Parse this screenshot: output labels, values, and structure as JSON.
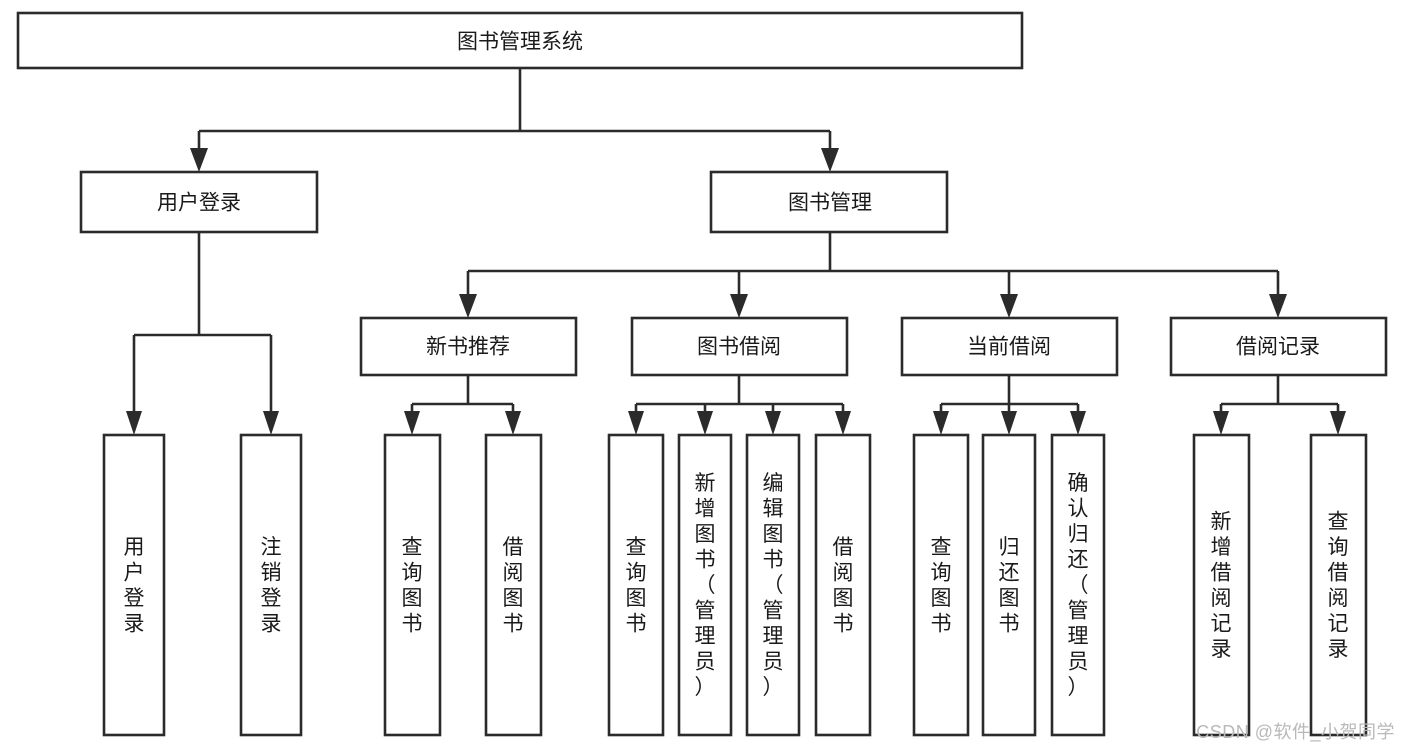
{
  "diagram": {
    "type": "tree-hierarchy",
    "title": "图书管理系统",
    "watermark": "CSDN @软件_小贺同学",
    "colors": {
      "background": "#ffffff",
      "box_fill": "#ffffff",
      "stroke": "#2b2b2b",
      "text": "#1a1a1a",
      "watermark": "#b9b9b9"
    },
    "levels": {
      "root": {
        "label": "图书管理系统",
        "orientation": "horizontal"
      },
      "level2": [
        {
          "label": "用户登录",
          "orientation": "horizontal"
        },
        {
          "label": "图书管理",
          "orientation": "horizontal"
        }
      ],
      "level3": [
        {
          "label": "新书推荐",
          "orientation": "horizontal",
          "parent": "图书管理"
        },
        {
          "label": "图书借阅",
          "orientation": "horizontal",
          "parent": "图书管理"
        },
        {
          "label": "当前借阅",
          "orientation": "horizontal",
          "parent": "图书管理"
        },
        {
          "label": "借阅记录",
          "orientation": "horizontal",
          "parent": "图书管理"
        }
      ],
      "leaves": [
        {
          "label": "用户登录",
          "orientation": "vertical",
          "parent": "用户登录"
        },
        {
          "label": "注销登录",
          "orientation": "vertical",
          "parent": "用户登录"
        },
        {
          "label": "查询图书",
          "orientation": "vertical",
          "parent": "新书推荐"
        },
        {
          "label": "借阅图书",
          "orientation": "vertical",
          "parent": "新书推荐"
        },
        {
          "label": "查询图书",
          "orientation": "vertical",
          "parent": "图书借阅"
        },
        {
          "label": "新增图书（管理员）",
          "orientation": "vertical",
          "parent": "图书借阅"
        },
        {
          "label": "编辑图书（管理员）",
          "orientation": "vertical",
          "parent": "图书借阅"
        },
        {
          "label": "借阅图书",
          "orientation": "vertical",
          "parent": "图书借阅"
        },
        {
          "label": "查询图书",
          "orientation": "vertical",
          "parent": "当前借阅"
        },
        {
          "label": "归还图书",
          "orientation": "vertical",
          "parent": "当前借阅"
        },
        {
          "label": "确认归还（管理员）",
          "orientation": "vertical",
          "parent": "当前借阅"
        },
        {
          "label": "新增借阅记录",
          "orientation": "vertical",
          "parent": "借阅记录"
        },
        {
          "label": "查询借阅记录",
          "orientation": "vertical",
          "parent": "借阅记录"
        }
      ]
    }
  }
}
